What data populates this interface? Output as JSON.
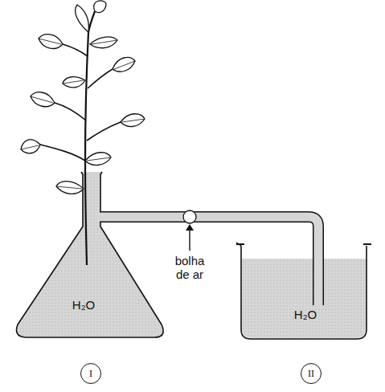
{
  "diagram": {
    "nodes": [
      {
        "text": [
          "I"
        ]
      },
      {
        "text": [
          "II"
        ]
      }
    ],
    "labels": [
      "H₂O",
      "bolha de ar",
      "H₂O"
    ]
  }
}
